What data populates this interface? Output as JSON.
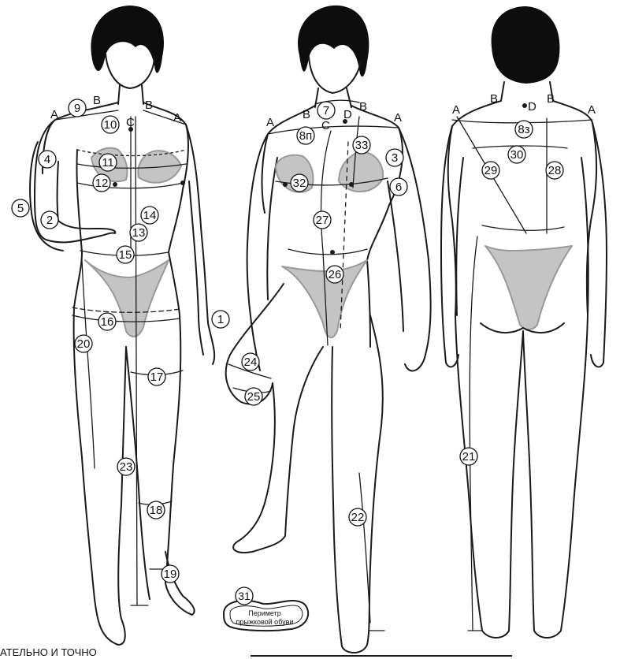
{
  "caption": "АТЕЛЬНО  И  ТОЧНО",
  "shoe_label_line1": "Периметр",
  "shoe_label_line2": "прыжковой обуви",
  "point_labels": {
    "A": "A",
    "B": "B",
    "C": "C",
    "D": "D"
  },
  "measurement_numbers": {
    "front": [
      "1",
      "2",
      "4",
      "5",
      "9",
      "10",
      "11",
      "12",
      "13",
      "14",
      "15",
      "16",
      "17",
      "18",
      "19",
      "20",
      "23"
    ],
    "side": [
      "3",
      "6",
      "7",
      "8п",
      "22",
      "24",
      "25",
      "26",
      "27",
      "32",
      "33"
    ],
    "back": [
      "8з",
      "21",
      "28",
      "29",
      "30"
    ],
    "shoe": "31"
  },
  "colors": {
    "outline": "#1a1a1a",
    "hair": "#0d0d0d",
    "garment_fill": "#c4c4c4",
    "background": "#ffffff"
  }
}
